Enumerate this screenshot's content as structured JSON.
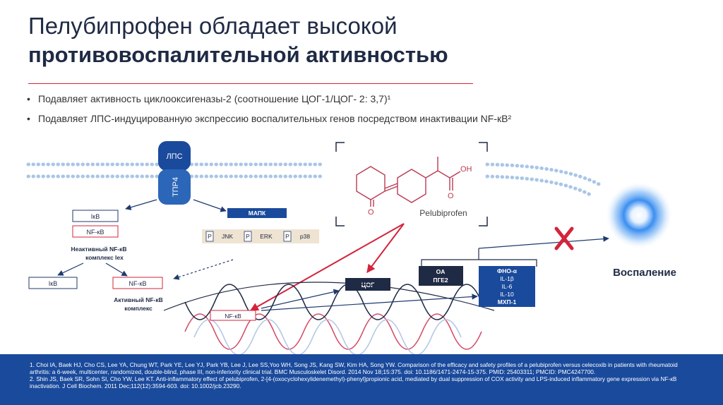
{
  "title_line1": "Пелубипрофен обладает высокой",
  "title_line2": "противовоспалительной активностью",
  "bullets": [
    "Подавляет активность циклооксигеназы-2 (соотношение ЦОГ-1/ЦОГ- 2: 3,7)¹",
    "Подавляет ЛПС-индуцированную экспрессию воспалительных генов посредством инактивации NF-кB²"
  ],
  "diagram": {
    "lps": "ЛПС",
    "tlr4": "ТПР4",
    "ikb": "IкB",
    "nfkb": "NF-кB",
    "inactive_label_line1": "Неактивный NF-кB",
    "inactive_label_line2": "комплекс lex",
    "ikb2": "IкB",
    "nfkb2": "NF-кB",
    "active_label_line1": "Активный NF-кB",
    "active_label_line2": "комплекс",
    "mapk": "МАПК",
    "p": "P",
    "jnk": "JNK",
    "erk": "ERK",
    "p38": "p38",
    "molecule_oh": "OH",
    "molecule_o_ketone": "O",
    "molecule_o_acid": "O",
    "molecule_name": "Pelubiprofen",
    "cog": "ЦОГ",
    "nfkb_dna": "NF-кB",
    "oa_line1": "OA",
    "oa_line2": "ПГЕ2",
    "cytokines": [
      "ФНО-α",
      "IL-1β",
      "IL-6",
      "IL-10",
      "МХП-1"
    ],
    "inflammation": "Воспаление"
  },
  "references": [
    "1. Choi IA, Baek HJ, Cho CS, Lee YA, Chung WT, Park YE, Lee YJ, Park YB, Lee J, Lee SS,Yoo WH, Song JS, Kang SW, Kim HA, Song YW. Comparison of the efficacy and safety profiles of a pelubiprofen versus celecoxib in patients with rheumatoid arthritis: a 6-week, multicenter, randomized, double-blind, phase III, non-inferiority clinical trial. BMC Musculoskelet Disord. 2014 Nov 18;15:375. doi: 10.1186/1471-2474-15-375. PMID: 25403311; PMCID: PMC4247700.",
    "2. Shin JS, Baek SR, Sohn SI, Cho YW, Lee KT. Anti-inflammatory effect of pelubiprofen, 2-[4-(oxocyclohexylidenemethyl)-phenyl]propionic acid, mediated by dual suppression of COX activity and LPS-induced inflammatory gene expression via NF-кB inactivation. J Cell Biochem. 2011 Dec;112(12):3594-603. doi: 10.1002/jcb.23290."
  ],
  "colors": {
    "navy": "#1f2a44",
    "accent_red": "#d4233b",
    "blue": "#1a4a9c",
    "membrane": "#a9c6e6"
  }
}
